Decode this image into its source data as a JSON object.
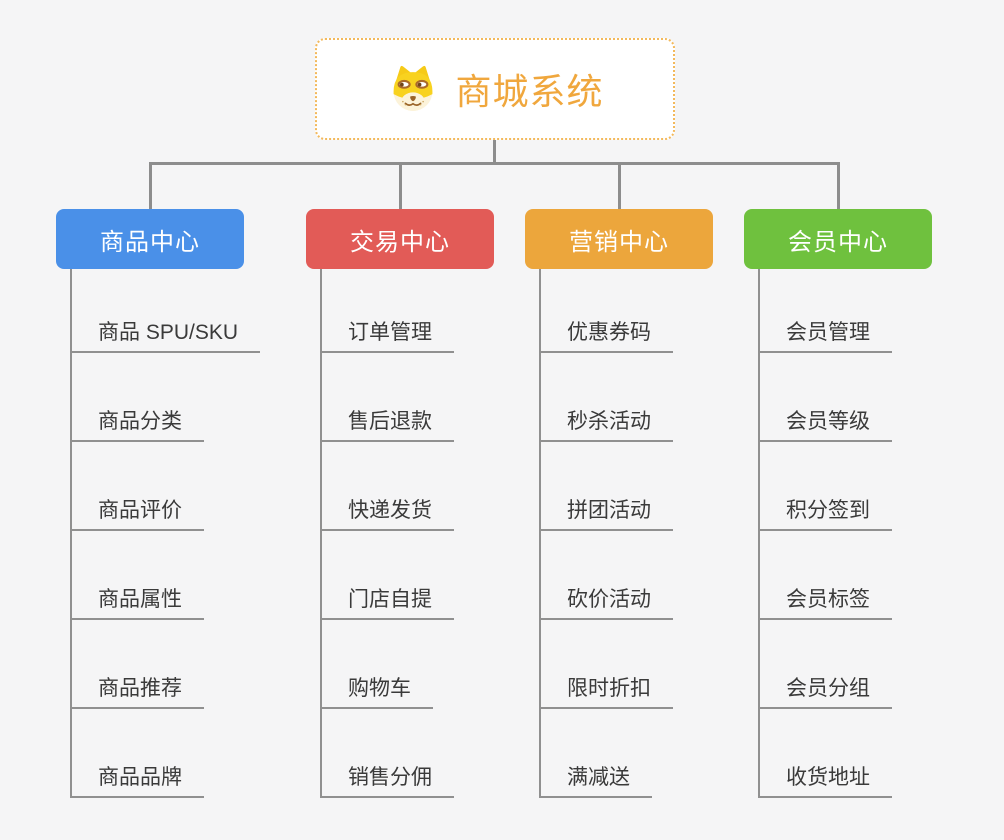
{
  "background_color": "#f5f5f6",
  "connector_color": "#8d8d8d",
  "root": {
    "title": "商城系统",
    "icon": "dog-face-icon",
    "border_color": "#f3b95c",
    "title_color": "#f0a73d"
  },
  "branches": [
    {
      "label": "商品中心",
      "color": "#4a90e8",
      "children": [
        "商品 SPU/SKU",
        "商品分类",
        "商品评价",
        "商品属性",
        "商品推荐",
        "商品品牌"
      ]
    },
    {
      "label": "交易中心",
      "color": "#e25b57",
      "children": [
        "订单管理",
        "售后退款",
        "快递发货",
        "门店自提",
        "购物车",
        "销售分佣"
      ]
    },
    {
      "label": "营销中心",
      "color": "#eca63c",
      "children": [
        "优惠券码",
        "秒杀活动",
        "拼团活动",
        "砍价活动",
        "限时折扣",
        "满减送"
      ]
    },
    {
      "label": "会员中心",
      "color": "#6fc13e",
      "children": [
        "会员管理",
        "会员等级",
        "积分签到",
        "会员标签",
        "会员分组",
        "收货地址"
      ]
    }
  ]
}
